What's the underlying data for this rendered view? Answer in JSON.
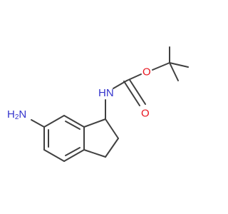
{
  "colors": {
    "bond": "#404040",
    "nitrogen": "#3333cc",
    "oxygen": "#e8141e",
    "background": "#ffffff"
  },
  "atoms": {
    "nh2_amino": {
      "text": "NH",
      "subscript": "2",
      "element": "N"
    },
    "h2n_amino": {
      "text": "H",
      "subscript": "2",
      "suffix": "N",
      "element": "N"
    },
    "carbamate_nh": {
      "text": "H",
      "suffix": "N",
      "element": "N"
    },
    "ester_o": {
      "text": "O",
      "element": "O"
    },
    "carbonyl_o": {
      "text": "O",
      "element": "O"
    }
  }
}
